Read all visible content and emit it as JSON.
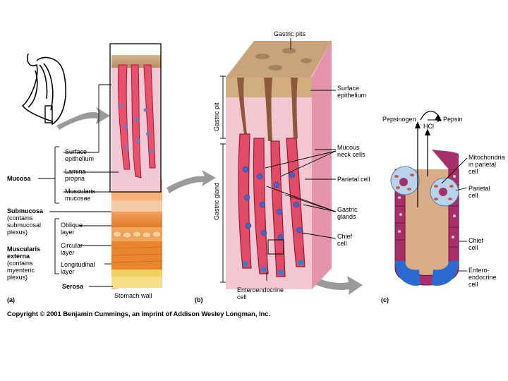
{
  "panel_a": {
    "panel_label": "(a)",
    "labels": {
      "surface_epithelium": "Surface\nepithelium",
      "lamina_propria": "Lamina\npropria",
      "muscularis_mucosae": "Muscularis\nmucosae",
      "oblique_layer": "Oblique\nlayer",
      "circular_layer": "Circular\nlayer",
      "longitudinal_layer": "Longitudinal\nlayer",
      "mucosa": "Mucosa",
      "submucosa": "Submucosa",
      "submucosa_note": "(contains\nsubmucosal\nplexus)",
      "muscularis_externa": "Muscularis\nexterna",
      "muscularis_externa_note": "(contains\nmyenteric\nplexus)",
      "serosa": "Serosa",
      "stomach_wall": "Stomach wall"
    }
  },
  "panel_b": {
    "panel_label": "(b)",
    "labels": {
      "gastric_pits": "Gastric pits",
      "surface_epithelium": "Surface\nepithelium",
      "mucous_neck_cells": "Mucous\nneck cells",
      "parietal_cell": "Parietal cell",
      "gastric_glands": "Gastric\nglands",
      "chief_cell": "Chief\ncell",
      "enteroendocrine_cell": "Enteroendocrine\ncell",
      "gastric_pit_vertical": "Gastric pit",
      "gastric_gland_vertical": "Gastric gland"
    }
  },
  "panel_c": {
    "panel_label": "(c)",
    "labels": {
      "pepsinogen": "Pepsinogen",
      "pepsin": "Pepsin",
      "hcl": "HCl",
      "mitochondria": "Mitochondria\nin parietal\ncell",
      "parietal_cell": "Parietal\ncell",
      "chief_cell": "Chief\ncell",
      "enteroendocrine_cell": "Entero-\nendocrine\ncell"
    }
  },
  "copyright": "Copyright © 2001 Benjamin Cummings, an imprint of Addison Wesley Longman, Inc."
}
